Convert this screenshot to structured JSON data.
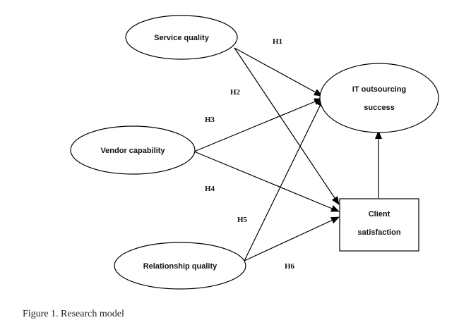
{
  "diagram": {
    "nodes": {
      "service_quality": "Service quality",
      "vendor_capability": "Vendor capability",
      "relationship_quality": "Relationship quality",
      "it_outsourcing_success_line1": "IT outsourcing",
      "it_outsourcing_success_line2": "success",
      "client_satisfaction_line1": "Client",
      "client_satisfaction_line2": "satisfaction"
    },
    "hypotheses": {
      "h1": "H1",
      "h2": "H2",
      "h3": "H3",
      "h4": "H4",
      "h5": "H5",
      "h6": "H6"
    }
  },
  "caption": "Figure 1. Research model"
}
